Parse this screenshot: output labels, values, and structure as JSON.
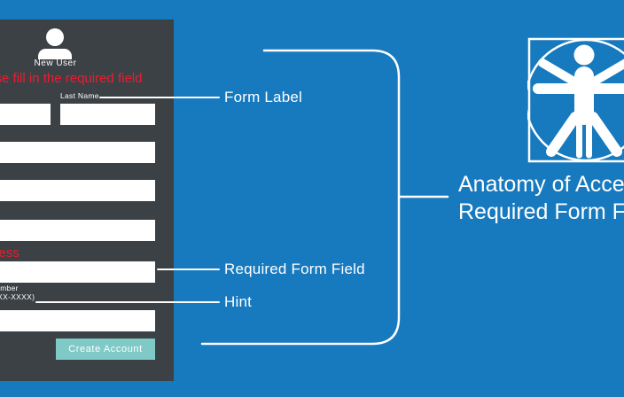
{
  "colors": {
    "background": "#1779BE",
    "panel": "#3C4146",
    "field": "#FFFFFF",
    "error_red": "#ED1C2E",
    "button_teal": "#7FCAC6",
    "text_white": "#FFFFFF"
  },
  "form": {
    "heading": "New User",
    "error_message": "Please fill in the required field",
    "last_name_label": "Last Name",
    "email_label": "Email Address",
    "phone_label": "Phone Number",
    "phone_hint": "(XXX-XXX-XXXX)",
    "button_label": "Create Account"
  },
  "callouts": [
    {
      "label": "Form Label"
    },
    {
      "label": "Required Form Field"
    },
    {
      "label": "Hint"
    }
  ],
  "title": {
    "line1": "Anatomy of Accessible",
    "line2": "Required Form Field"
  },
  "icons": {
    "user": "user-icon",
    "figure": "vitruvian-man-icon",
    "connector": "curly-brace-icon"
  }
}
